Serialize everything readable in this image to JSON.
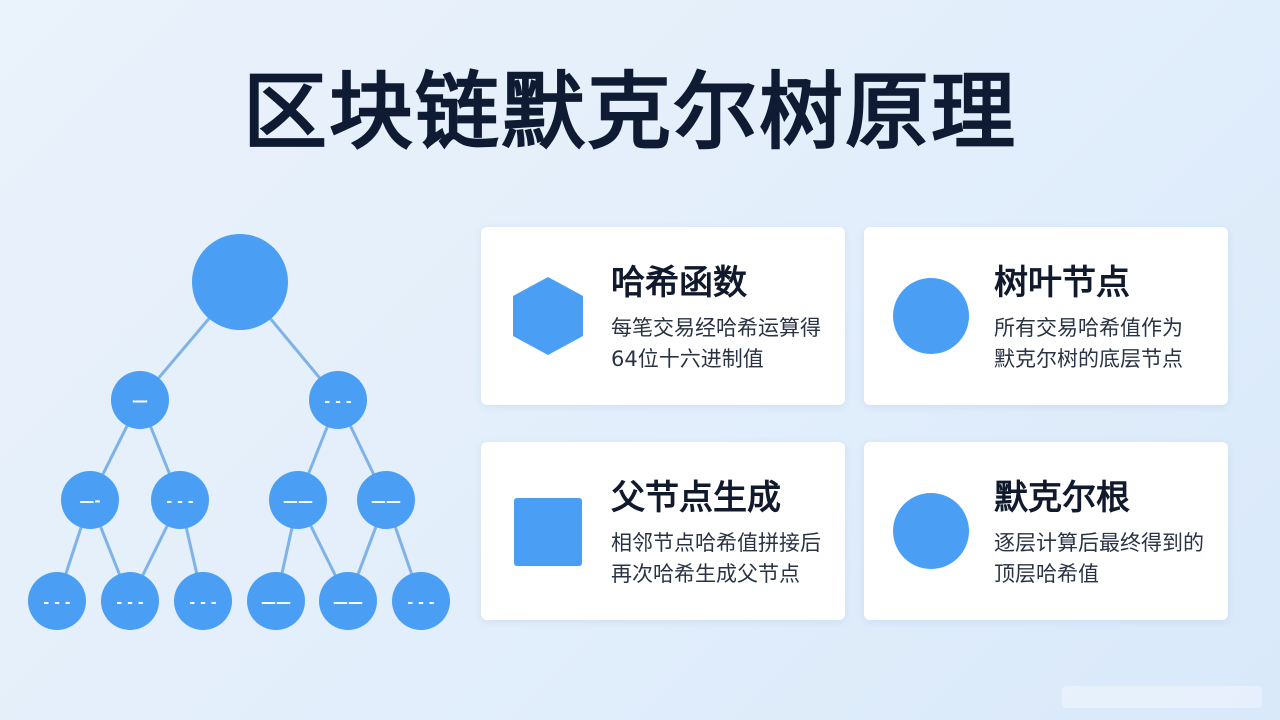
{
  "title": "区块链默克尔树原理",
  "tree": {
    "node_color": "#4a9ff5",
    "edge_color": "#7fb3e8",
    "root_label": "",
    "level1_labels": [
      "—",
      "- - -"
    ],
    "level2_labels": [
      "—-",
      "- - -",
      "——",
      "——"
    ],
    "level3_labels": [
      "- - -",
      "- - -",
      "- - -",
      "——",
      "——",
      "- - -"
    ]
  },
  "cards": [
    {
      "icon": "hexagon-icon",
      "title": "哈希函数",
      "desc_lines": [
        "每笔交易经哈希运算得",
        "64位十六进制值"
      ]
    },
    {
      "icon": "circle-icon",
      "title": "树叶节点",
      "desc_lines": [
        "所有交易哈希值作为",
        "默克尔树的底层节点"
      ]
    },
    {
      "icon": "square-icon",
      "title": "父节点生成",
      "desc_lines": [
        "相邻节点哈希值拼接后",
        "再次哈希生成父节点"
      ]
    },
    {
      "icon": "circle-icon",
      "title": "默克尔根",
      "desc_lines": [
        "逐层计算后最终得到的",
        "顶层哈希值"
      ]
    }
  ],
  "colors": {
    "accent": "#4a9ff5",
    "title_text": "#0f1b33"
  }
}
